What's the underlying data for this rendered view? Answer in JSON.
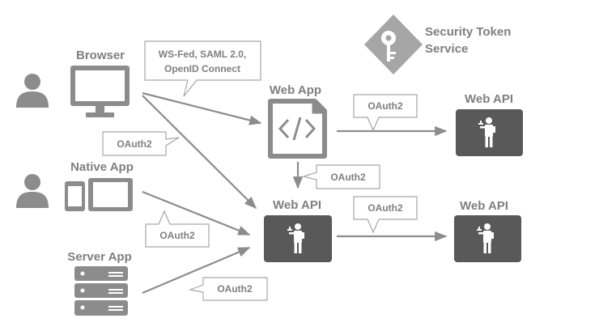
{
  "labels": {
    "browser": "Browser",
    "native_app": "Native App",
    "server_app": "Server App",
    "web_app": "Web App",
    "web_api_center": "Web API",
    "web_api_top_right": "Web API",
    "web_api_bottom_right": "Web API",
    "sts_line1": "Security Token",
    "sts_line2": "Service"
  },
  "callouts": {
    "browser_protocols_line1": "WS-Fed, SAML 2.0,",
    "browser_protocols_line2": "OpenID Connect",
    "browser_to_api": "OAuth2",
    "webapp_to_webapi_right": "OAuth2",
    "webapp_to_webapi_down": "OAuth2",
    "webapi_to_webapi_right": "OAuth2",
    "native_to_webapi": "OAuth2",
    "server_to_webapi": "OAuth2"
  },
  "icons": {
    "web_app_icon": "code-document-icon",
    "web_api_icon": "waiter-icon",
    "sts_icon": "key-diamond-icon",
    "user_icon": "person-icon",
    "browser_icon": "monitor-icon",
    "native_icon": "phone-tablet-icon",
    "server_icon": "server-rack-icon"
  },
  "colors": {
    "text": "#7f7f7f",
    "icon": "#8c8c8c",
    "dark_box": "#595959"
  }
}
